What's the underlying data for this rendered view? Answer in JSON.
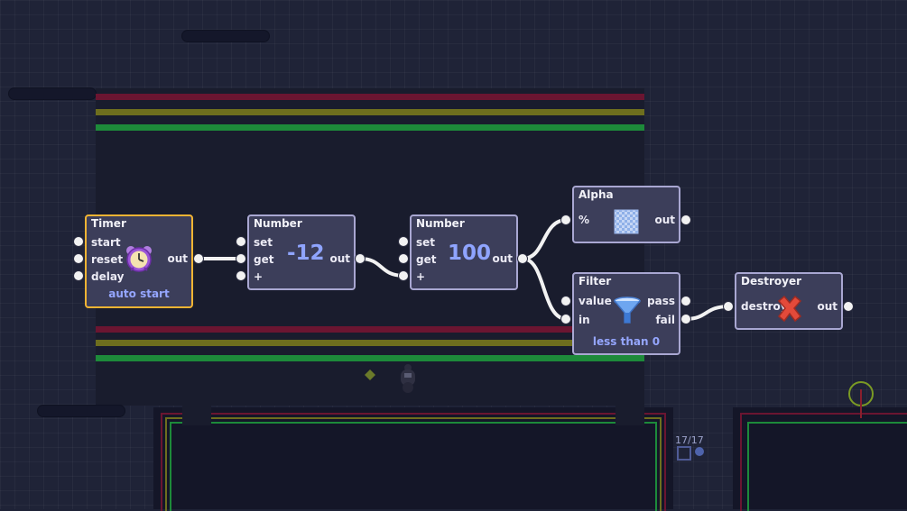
{
  "nodes": {
    "timer": {
      "title": "Timer",
      "inputs": [
        "start",
        "reset",
        "delay"
      ],
      "output": "out",
      "option": "auto start",
      "icon": "alarm-clock-icon"
    },
    "number1": {
      "title": "Number",
      "inputs": [
        "set",
        "get",
        "+"
      ],
      "output": "out",
      "value": "-12"
    },
    "number2": {
      "title": "Number",
      "inputs": [
        "set",
        "get",
        "+"
      ],
      "output": "out",
      "value": "100"
    },
    "alpha": {
      "title": "Alpha",
      "input": "%",
      "output": "out",
      "icon": "transparency-swatch-icon"
    },
    "filter": {
      "title": "Filter",
      "inputs": [
        "value",
        "in"
      ],
      "outputs": [
        "pass",
        "fail"
      ],
      "condition": "less than 0",
      "icon": "funnel-icon"
    },
    "destroyer": {
      "title": "Destroyer",
      "input": "destroy",
      "output": "out",
      "icon": "red-x-icon"
    }
  },
  "hud": {
    "counter": "17/17"
  },
  "colors": {
    "node_bg": "#3c3e5a",
    "node_border": "#a9a7d2",
    "selected_border": "#f3b433",
    "value_text": "#8fa4ff",
    "wire": "#f2f2f2",
    "stripe_red": "#6b1531",
    "stripe_yellow": "#6e6e1e",
    "stripe_green": "#1d8a3a"
  }
}
